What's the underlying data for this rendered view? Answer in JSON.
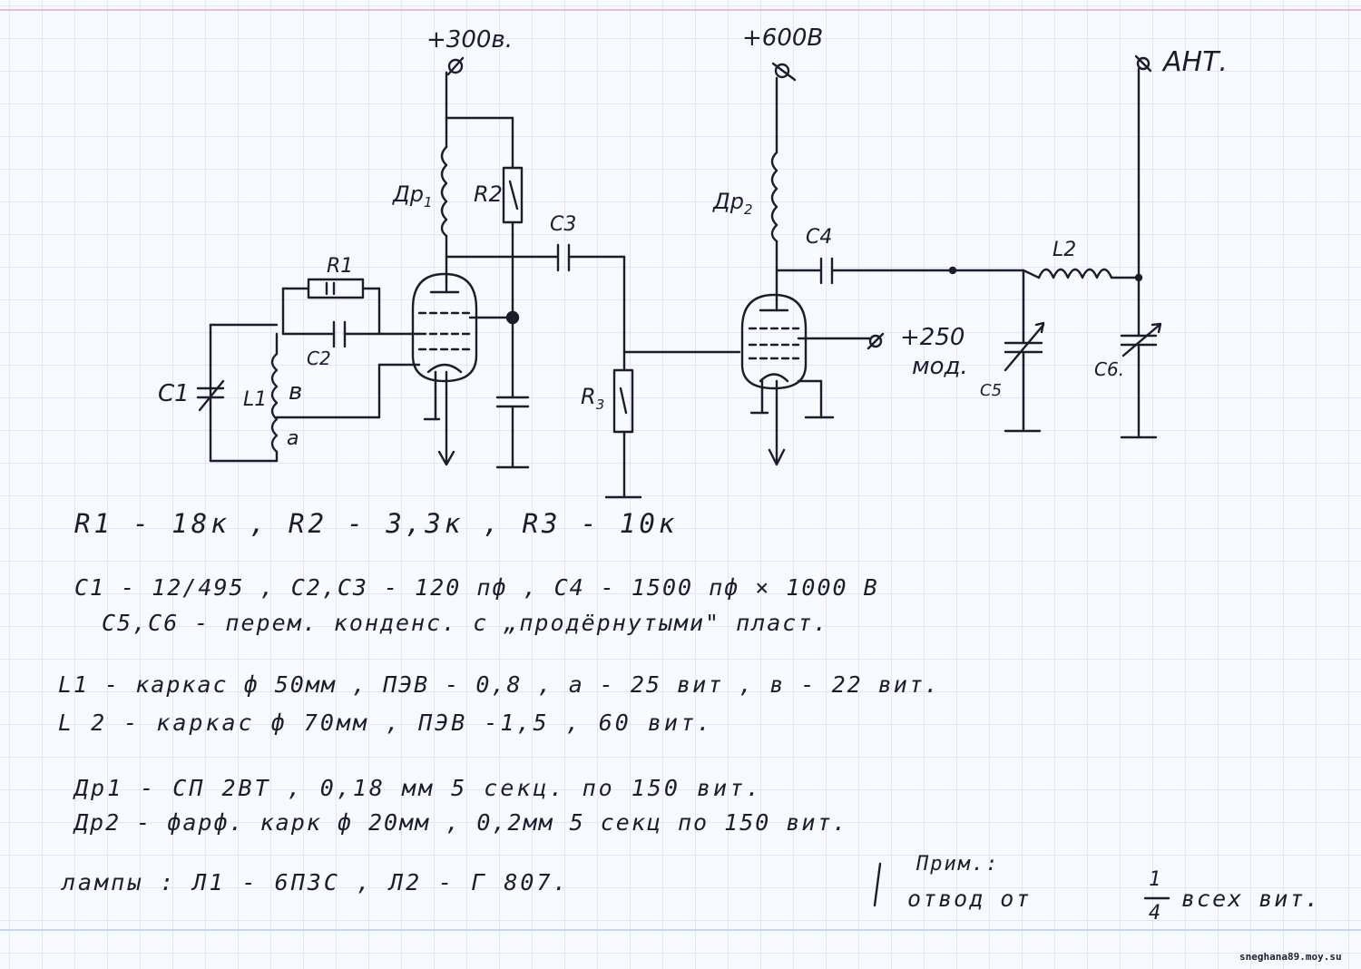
{
  "labels": {
    "v300": "+300в.",
    "v600": "+600В",
    "ant": "АНТ.",
    "dr1": "Др",
    "dr1_sub": "1",
    "dr2": "Др",
    "dr2_sub": "2",
    "r1": "R1",
    "r2": "R2",
    "r3": "R",
    "r3_sub": "3",
    "c1": "C1",
    "c2": "C2",
    "c3": "C3",
    "c4": "C4",
    "c5": "C5",
    "c6": "C6.",
    "l1": "L1",
    "l2": "L2",
    "tap_b": "в",
    "tap_a": "a",
    "mod_v": "+250",
    "mod": "мод."
  },
  "notes": {
    "resistors": "R1 - 18к , R2 - 3,3к , R3 - 10к",
    "caps1": "C1 - 12/495 , C2,C3 - 120 пф , C4 - 1500 пф × 1000 В",
    "caps2": "C5,C6 - перем. конденс. с „продёрнутыми\" пласт.",
    "l1": "L1 - каркас ф 50мм , ПЭВ - 0,8 , a - 25 вит , в - 22 вит.",
    "l2": "L 2 - каркас ф 70мм , ПЭВ -1,5 , 60 вит.",
    "dr1": "Др1 - СП 2ВТ , 0,18 мм   5 секц. по 150 вит.",
    "dr2": "Др2 - фарф. карк ф 20мм , 0,2мм 5 секц по 150 вит.",
    "lamps": "лампы : Л1 - 6П3С   , Л2 - Г 807.",
    "remark_title": "Прим.:",
    "remark_body": "отвод от",
    "remark_frac_num": "1",
    "remark_frac_den": "4",
    "remark_tail": "всех вит."
  },
  "watermark": "sneghana89.moy.su",
  "colors": {
    "ink": "#1b1d2a",
    "grid": "#dfe6f6",
    "paper": "#f7faff"
  }
}
